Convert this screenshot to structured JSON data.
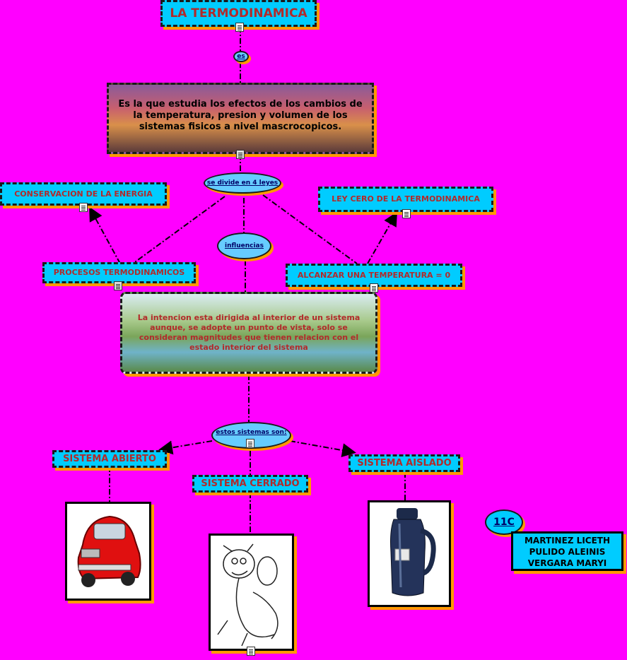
{
  "title": "LA TERMODINAMICA",
  "link_es": "es",
  "definition": "Es la que estudia los efectos de los cambios de la temperatura, presion y volumen de los sistemas fisicos a nivel mascrocopicos.",
  "link_divide": "se divide en 4 leyes",
  "laws": {
    "conservacion": "CONSERVACION DE LA ENERGIA",
    "ley_cero": "LEY CERO DE LA TERMODINAMICA",
    "procesos": "PROCESOS TERMODINAMICOS",
    "alcanzar": "ALCANZAR UNA TEMPERATURA = 0"
  },
  "link_influencias": "influencias",
  "intention": "La intencion esta dirigida al interior de un sistema aunque, se adopte un punto de vista, solo se consideran magnitudes que tienen relacion con el estado interior del sistema",
  "link_sistemas": "estos sistemas son:",
  "systems": {
    "abierto": "SISTEMA ABIERTO",
    "cerrado": "SISTEMA CERRADO",
    "aislado": "SISTEMA AISLADO"
  },
  "group": "11C",
  "authors": [
    "MARTINEZ LICETH",
    "PULIDO ALEINIS",
    "VERGARA MARYI"
  ],
  "colors": {
    "background": "#ff00ff",
    "box": "#00ccff",
    "shadow": "#ff9900",
    "text": "#b22a2a"
  }
}
